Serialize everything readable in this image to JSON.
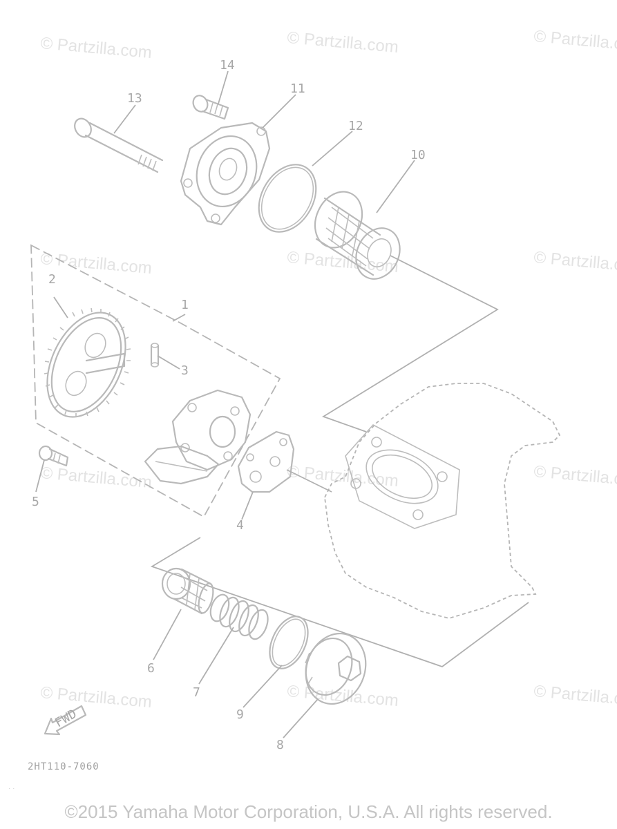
{
  "watermark": "© Partzilla.com",
  "callouts": [
    "1",
    "2",
    "3",
    "4",
    "5",
    "6",
    "7",
    "8",
    "9",
    "10",
    "11",
    "12",
    "13",
    "14"
  ],
  "diagram_code": "2HT110-7060",
  "fwd_label": "FWD",
  "copyright": "©2015  Yamaha Motor Corporation, U.S.A. All rights reserved.",
  "colors": {
    "line": "#b9b9b9",
    "text": "#a7a7a7",
    "watermark": "#e3e3e3"
  }
}
